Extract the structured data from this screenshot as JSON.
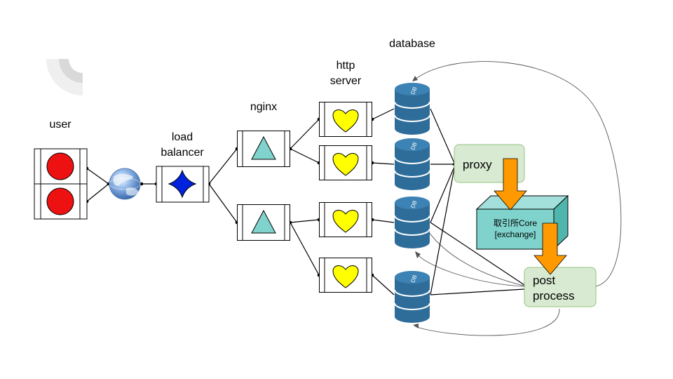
{
  "labels": {
    "user": "user",
    "load_balancer_line1": "load",
    "load_balancer_line2": "balancer",
    "nginx": "nginx",
    "http_server_line1": "http",
    "http_server_line2": "server",
    "database": "database",
    "proxy": "proxy",
    "exchange_line1": "取引所Core",
    "exchange_line2": "[exchange]",
    "post_process_line1": "post",
    "post_process_line2": "process",
    "db_badge": "DB"
  },
  "icons": {
    "user": "red-circle-icon",
    "internet": "globe-icon",
    "load_balancer": "blue-four-point-star-icon",
    "nginx": "teal-triangle-icon",
    "http_server": "yellow-heart-icon",
    "database": "database-cylinder-icon",
    "flow": "orange-down-arrow-icon"
  },
  "colors": {
    "user_circle": "#ee1111",
    "load_balancer_star": "#0022dd",
    "nginx_triangle": "#7fd3cc",
    "heart": "#ffff00",
    "database": "#2e6d9a",
    "process_box": "#d9ead3",
    "process_border": "#93c47d",
    "exchange_box": "#7fd3cc",
    "arrow": "#ff9900"
  }
}
